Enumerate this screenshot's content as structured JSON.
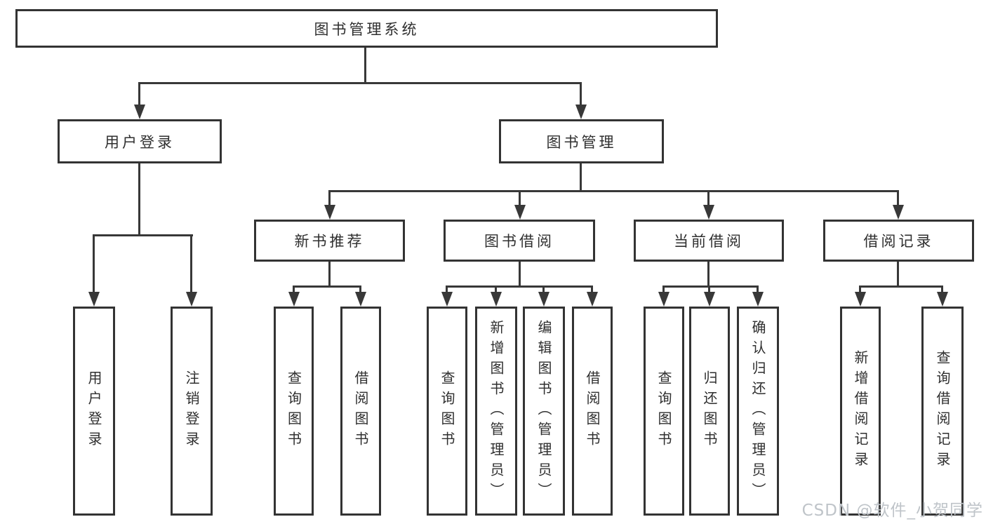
{
  "tree": {
    "label": "图书管理系统",
    "children": [
      {
        "label": "用户登录",
        "children": [
          {
            "label": "用户登录"
          },
          {
            "label": "注销登录"
          }
        ]
      },
      {
        "label": "图书管理",
        "children": [
          {
            "label": "新书推荐",
            "children": [
              {
                "label": "查询图书"
              },
              {
                "label": "借阅图书"
              }
            ]
          },
          {
            "label": "图书借阅",
            "children": [
              {
                "label": "查询图书"
              },
              {
                "label": "新增图书（管理员）"
              },
              {
                "label": "编辑图书（管理员）"
              },
              {
                "label": "借阅图书"
              }
            ]
          },
          {
            "label": "当前借阅",
            "children": [
              {
                "label": "查询图书"
              },
              {
                "label": "归还图书"
              },
              {
                "label": "确认归还（管理员）"
              }
            ]
          },
          {
            "label": "借阅记录",
            "children": [
              {
                "label": "新增借阅记录"
              },
              {
                "label": "查询借阅记录"
              }
            ]
          }
        ]
      }
    ]
  },
  "watermark": {
    "text": "CSDN @软件_小贺同学"
  },
  "colors": {
    "line": "#383838",
    "border": "#333333",
    "text": "#2f2f2f",
    "watermark": "#bfc4c9",
    "background": "#ffffff"
  }
}
